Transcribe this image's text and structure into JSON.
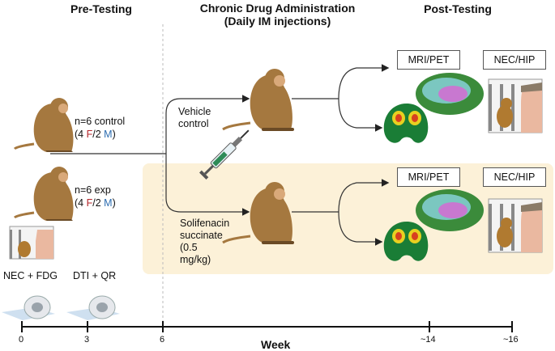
{
  "headers": {
    "pre": "Pre-Testing",
    "chronic": "Chronic Drug Administration",
    "chronic_sub": "(Daily IM injections)",
    "post": "Post-Testing"
  },
  "groups": {
    "control": {
      "n": "n=6 control",
      "open": "(4 ",
      "f": "F",
      "slash": "/2 ",
      "m": "M",
      "close": ")"
    },
    "exp": {
      "n": "n=6 exp",
      "open": "(4 ",
      "f": "F",
      "slash": "/2 ",
      "m": "M",
      "close": ")"
    }
  },
  "treatments": {
    "vehicle_line1": "Vehicle",
    "vehicle_line2": "control",
    "drug_line1": "Solifenacin",
    "drug_line2": "succinate",
    "drug_line3": "(0.5",
    "drug_line4": "mg/kg)"
  },
  "post_boxes": {
    "mri1": "MRI/PET",
    "nec1": "NEC/HIP",
    "mri2": "MRI/PET",
    "nec2": "NEC/HIP"
  },
  "pre_tests": {
    "nec_fdg": "NEC + FDG",
    "dti_qr": "DTI + QR"
  },
  "timeline": {
    "ticks": [
      "0",
      "3",
      "6",
      "~14",
      "~16"
    ],
    "axis_label": "Week"
  },
  "colors": {
    "female": "#b3252a",
    "male": "#2b6cb0",
    "exp_panel": "#fcf1d8",
    "monkey": "#a5783f"
  },
  "icons": [
    "monkey-icon",
    "syringe-icon",
    "brain-pet-icon",
    "brain-tractography-icon",
    "nec-apparatus-icon",
    "mri-scanner-icon"
  ]
}
